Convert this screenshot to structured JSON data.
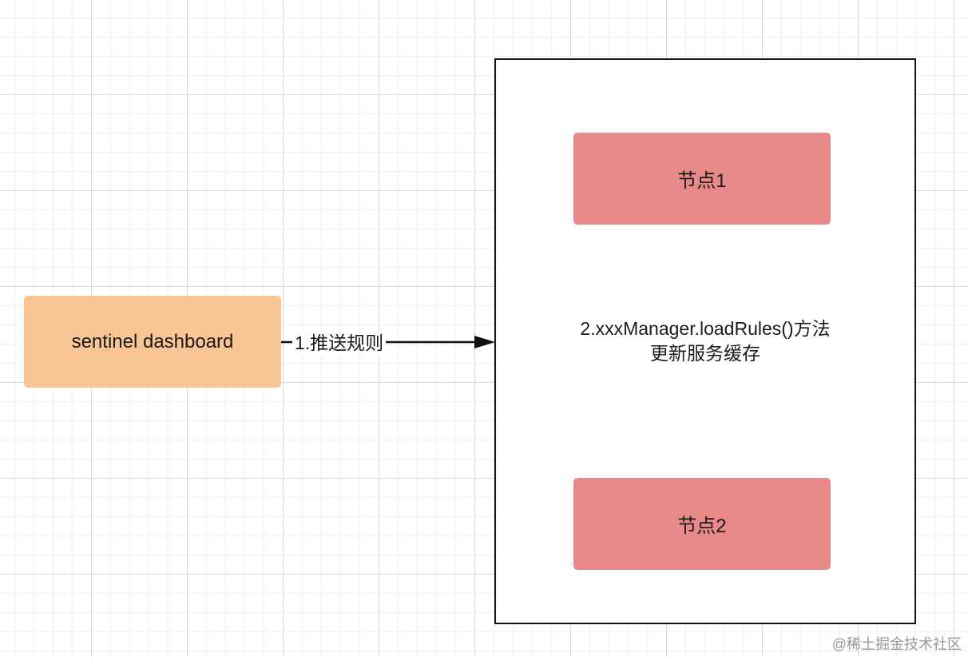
{
  "diagram": {
    "dashboard": {
      "label": "sentinel dashboard",
      "fill": "#f9c594"
    },
    "arrow": {
      "label": "1.推送规则",
      "color": "#111111"
    },
    "container": {
      "text_line1": "2.xxxManager.loadRules()方法",
      "text_line2": "更新服务缓存",
      "border": "#111111"
    },
    "nodes": [
      {
        "label": "节点1",
        "fill": "#e88a89"
      },
      {
        "label": "节点2",
        "fill": "#e88a89"
      }
    ]
  },
  "watermark": "@稀土掘金技术社区"
}
